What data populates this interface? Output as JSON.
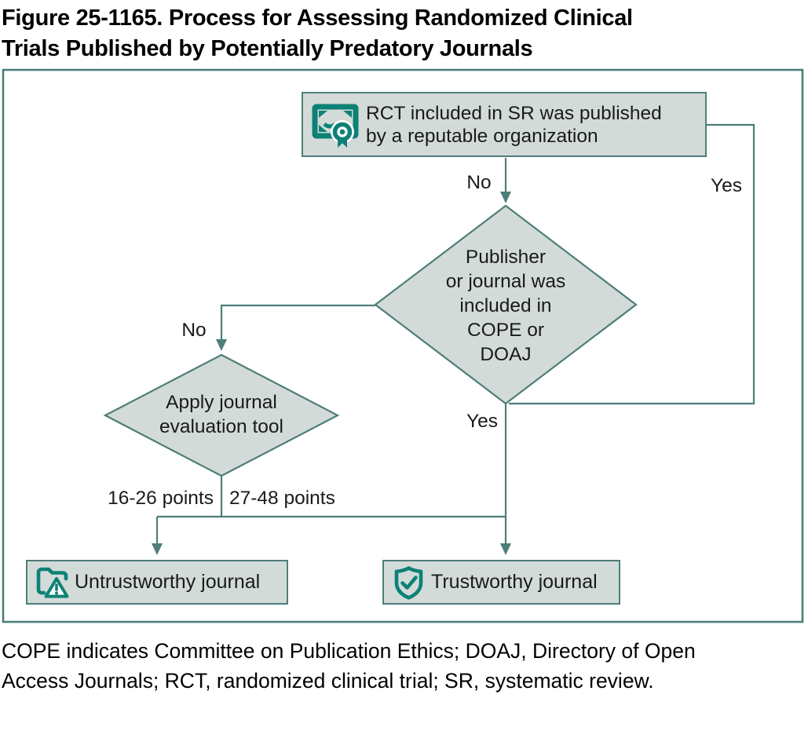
{
  "title": "Figure 25-1165. Process for Assessing Randomized Clinical\nTrials Published by Potentially Predatory Journals",
  "colors": {
    "accent": "#4e7e79",
    "node_fill": "#d3dbd9",
    "icon": "#0d8175",
    "text": "#1a1a1a"
  },
  "nodes": {
    "start": {
      "label": "RCT included in SR was published\nby a reputable organization",
      "icon": "certificate-icon"
    },
    "decision_cope_doaj": {
      "label": "Publisher\nor journal was\nincluded in\nCOPE or\nDOAJ"
    },
    "decision_eval_tool": {
      "label": "Apply journal\nevaluation tool"
    },
    "outcome_untrustworthy": {
      "label": "Untrustworthy journal",
      "icon": "folder-alert-icon"
    },
    "outcome_trustworthy": {
      "label": "Trustworthy journal",
      "icon": "shield-check-icon"
    }
  },
  "edges": {
    "start_no": "No",
    "start_yes": "Yes",
    "decision_no": "No",
    "decision_yes": "Yes",
    "points_low": "16-26 points",
    "points_high": "27-48 points"
  },
  "footnote": "COPE indicates Committee on Publication Ethics; DOAJ, Directory of Open\nAccess Journals; RCT, randomized clinical trial; SR, systematic review."
}
